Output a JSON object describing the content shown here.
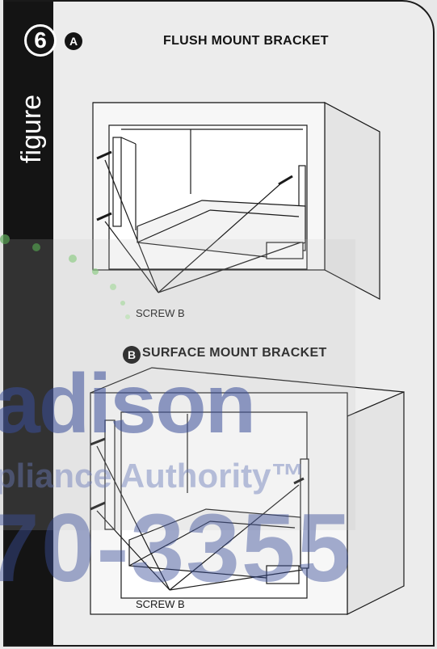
{
  "figure": {
    "number": "6",
    "word": "figure"
  },
  "section_a": {
    "badge": "A",
    "title": "FLUSH MOUNT BRACKET",
    "callout": "SCREW B"
  },
  "section_b": {
    "badge": "B",
    "title": "SURFACE MOUNT BRACKET",
    "callout": "SCREW B"
  },
  "watermark": {
    "line1": "adison",
    "line2": "pliance Authority™",
    "line3": "70-3355"
  },
  "colors": {
    "ink": "#141414",
    "panel": "#ececec",
    "watermark_blue": "#3b4f9a",
    "watermark_green": "#5fa85a"
  }
}
